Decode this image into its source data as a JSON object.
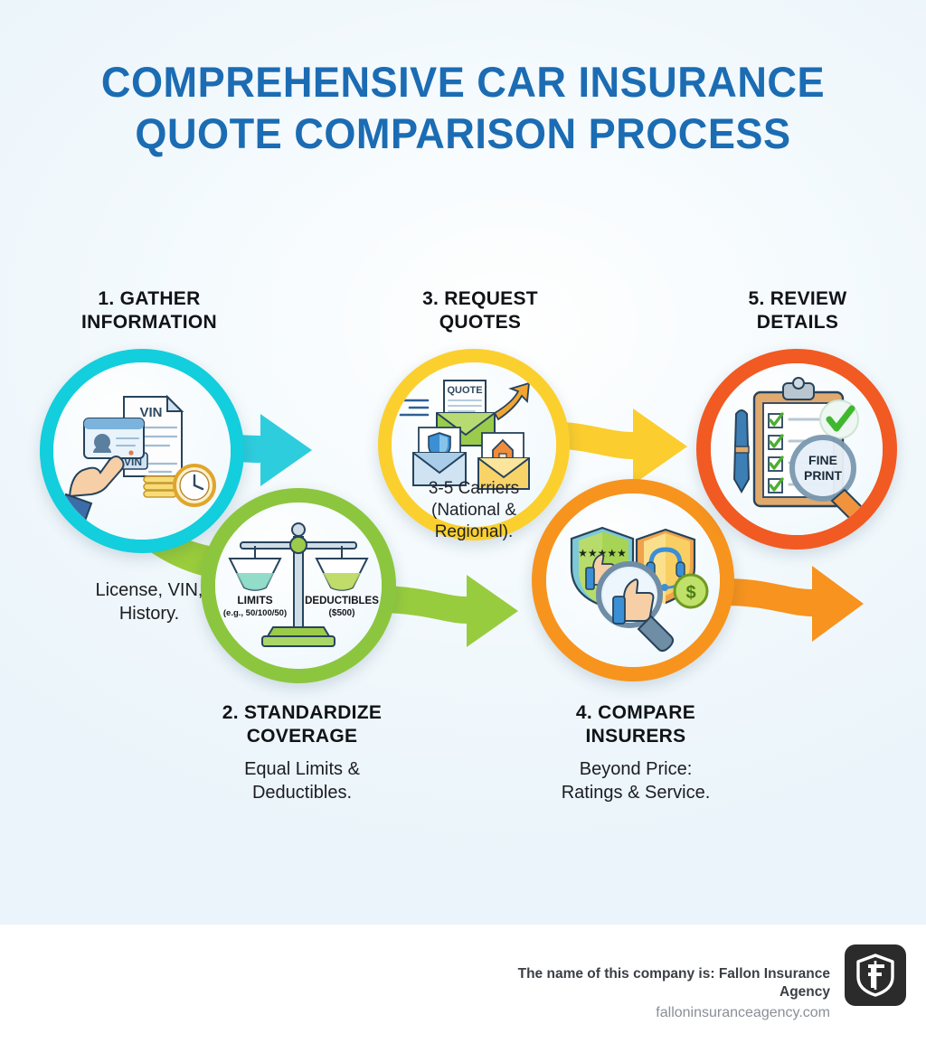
{
  "page": {
    "background_top": "#ffffff",
    "background_tint": "#eaf4fa",
    "title_color": "#1b6cb3"
  },
  "title": {
    "line1": "COMPREHENSIVE CAR INSURANCE",
    "line2": "QUOTE COMPARISON PROCESS"
  },
  "steps": [
    {
      "id": "gather-information",
      "label_line1": "1. GATHER",
      "label_line2": "INFORMATION",
      "description_line1": "License, VIN,",
      "description_line2": "History.",
      "ring_color": "#13CEDC",
      "icon_name": "id-card-vin-document-icon",
      "icon_caption": "VIN"
    },
    {
      "id": "standardize-coverage",
      "label_line1": "2. STANDARDIZE",
      "label_line2": "COVERAGE",
      "description_line1": "Equal Limits &",
      "description_line2": "Deductibles.",
      "ring_color": "#8CC63E",
      "icon_name": "balance-scale-icon",
      "scale_left_label": "LIMITS",
      "scale_left_sub": "(e.g., 50/100/50)",
      "scale_right_label": "DEDUCTIBLES",
      "scale_right_sub": "($500)"
    },
    {
      "id": "request-quotes",
      "label_line1": "3. REQUEST",
      "label_line2": "QUOTES",
      "description_line1": "3-5 Carriers",
      "description_line2": "(National &",
      "description_line3": "Regional).",
      "ring_color": "#FBD02E",
      "icon_name": "envelopes-quote-icon",
      "icon_caption": "QUOTE"
    },
    {
      "id": "compare-insurers",
      "label_line1": "4. COMPARE",
      "label_line2": "INSURERS",
      "description_line1": "Beyond Price:",
      "description_line2": "Ratings & Service.",
      "ring_color": "#F7941E",
      "icon_name": "shields-thumbs-up-magnifier-icon"
    },
    {
      "id": "review-details",
      "label_line1": "5. REVIEW",
      "label_line2": "DETAILS",
      "ring_color": "#F15A22",
      "icon_name": "clipboard-checklist-fine-print-icon",
      "icon_caption_line1": "FINE",
      "icon_caption_line2": "PRINT"
    }
  ],
  "arrows": [
    {
      "name": "arrow-1-to-3",
      "color": "#13CEDC"
    },
    {
      "name": "arrow-1-to-2",
      "color": "#8CC63E"
    },
    {
      "name": "arrow-2-to-4",
      "color": "#8CC63E"
    },
    {
      "name": "arrow-3-to-5",
      "color": "#FBD02E"
    },
    {
      "name": "arrow-4-out",
      "color": "#F7941E"
    }
  ],
  "footer": {
    "company_line": "The name of this company is: Fallon Insurance Agency",
    "website": "falloninsuranceagency.com",
    "logo_name": "fallon-shield-f-logo",
    "logo_bg": "#2b2b2b"
  }
}
